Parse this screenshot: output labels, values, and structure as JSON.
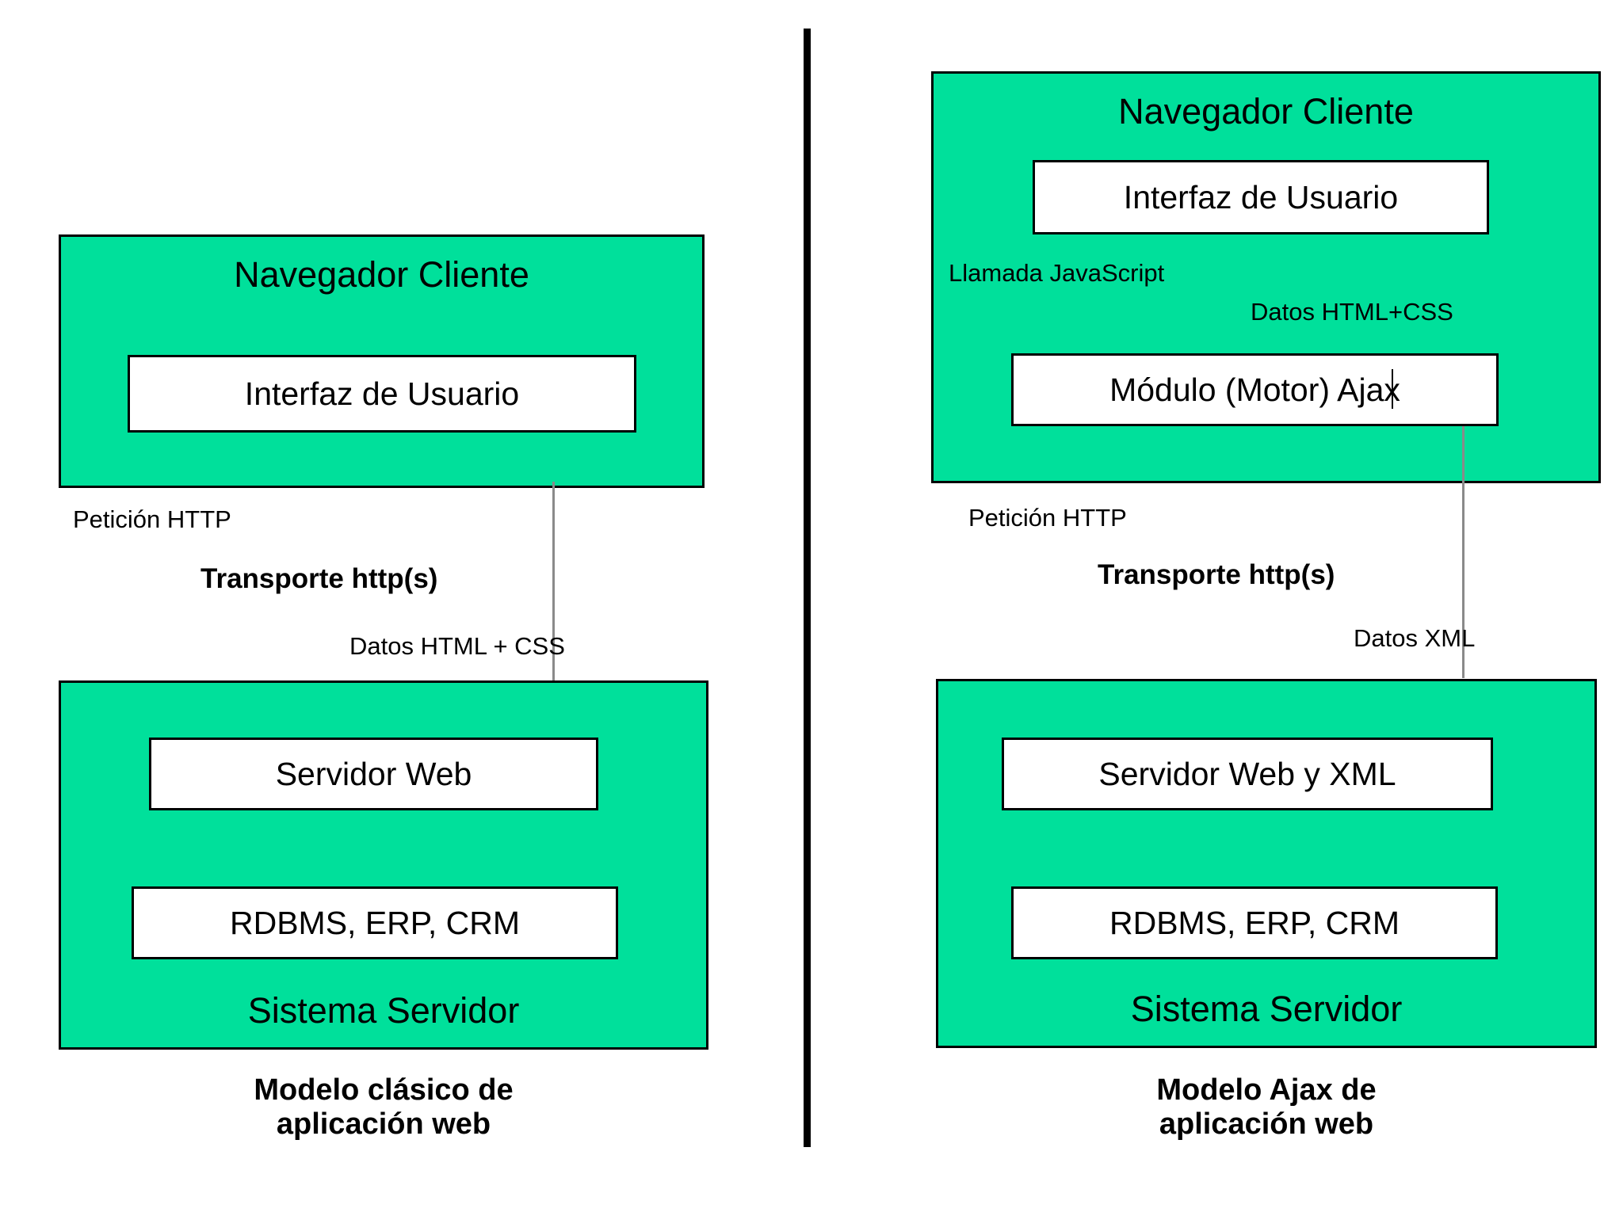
{
  "diagram": {
    "title_left": "Modelo clásico de\naplicación web",
    "title_right": "Modelo Ajax de\naplicación web",
    "colors": {
      "panel_green": "#00E09B",
      "box_white": "#FFFFFF",
      "stroke_black": "#000000",
      "stroke_gray": "#8A8A8A"
    },
    "classic": {
      "client_panel_label": "Navegador Cliente",
      "client_boxes": [
        {
          "label": "Interfaz de Usuario"
        }
      ],
      "server_panel_label": "Sistema Servidor",
      "server_boxes": [
        {
          "label": "Servidor Web"
        },
        {
          "label": "RDBMS, ERP, CRM"
        }
      ],
      "edge_labels": {
        "request": "Petición HTTP",
        "transport": "Transporte http(s)",
        "response": "Datos HTML + CSS"
      }
    },
    "ajax": {
      "client_panel_label": "Navegador Cliente",
      "client_boxes": [
        {
          "label": "Interfaz de Usuario"
        },
        {
          "label": "Módulo (Motor) Ajax"
        }
      ],
      "server_panel_label": "Sistema Servidor",
      "server_boxes": [
        {
          "label": "Servidor Web y XML"
        },
        {
          "label": "RDBMS, ERP, CRM"
        }
      ],
      "edge_labels": {
        "js_call": "Llamada JavaScript",
        "ui_data": "Datos HTML+CSS",
        "request": "Petición HTTP",
        "transport": "Transporte http(s)",
        "response": "Datos XML"
      }
    }
  }
}
